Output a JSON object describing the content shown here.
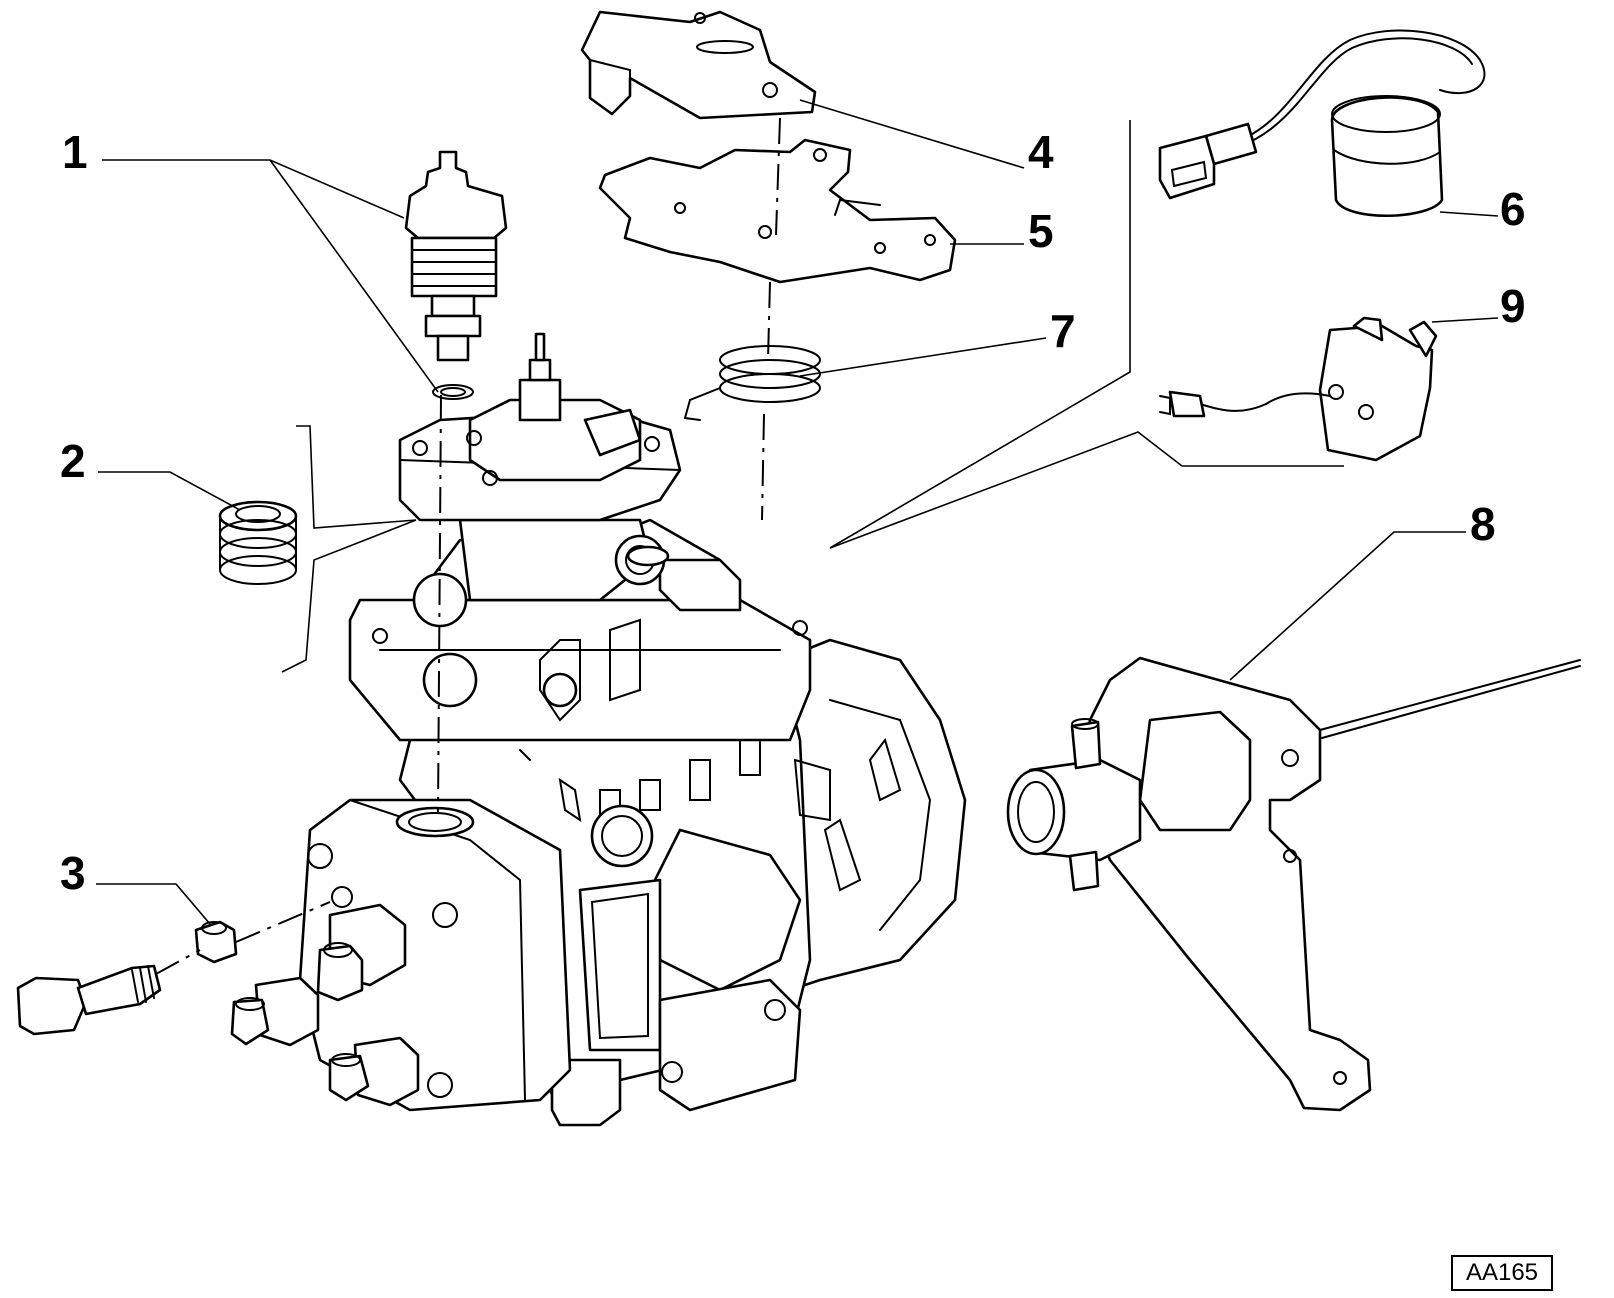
{
  "callouts": {
    "c1": "1",
    "c2": "2",
    "c3": "3",
    "c4": "4",
    "c5": "5",
    "c6": "6",
    "c7": "7",
    "c8": "8",
    "c9": "9"
  },
  "reference_code": "AA165"
}
